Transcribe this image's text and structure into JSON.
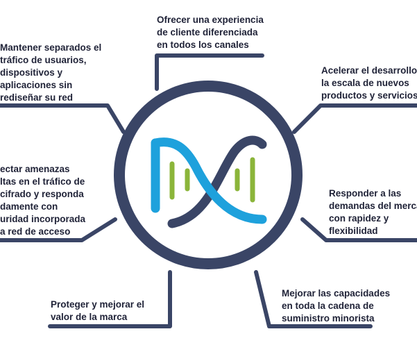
{
  "diagram": {
    "colors": {
      "line": "#3a4566",
      "ring": "#3a4566",
      "logo_blue": "#1ea1dc",
      "logo_navy": "#3a4566",
      "logo_green": "#8bb53a",
      "text": "#1f2237"
    },
    "hub": {
      "logo": "dna-logo"
    },
    "benefits": [
      {
        "id": "top",
        "lines": [
          "Ofrecer una experiencia",
          "de cliente diferenciada",
          "en todos los canales"
        ]
      },
      {
        "id": "upper-left",
        "lines": [
          "Mantener separados el",
          "tráfico de usuarios,",
          "dispositivos y",
          "aplicaciones sin",
          "rediseñar  su red"
        ]
      },
      {
        "id": "upper-right",
        "lines": [
          "Acelerar el desarrollo",
          "la escala de nuevos",
          "productos y servicios"
        ]
      },
      {
        "id": "middle-left",
        "lines": [
          "ectar amenazas",
          "ltas en el tráfico de",
          "cifrado y responda",
          "damente con",
          "uridad incorporada",
          "a red de acceso"
        ]
      },
      {
        "id": "middle-right",
        "lines": [
          "Responder a las",
          "demandas del merca",
          "con rapidez y",
          "flexibilidad"
        ]
      },
      {
        "id": "bottom-left",
        "lines": [
          "Proteger y mejorar el",
          "valor de la marca"
        ]
      },
      {
        "id": "bottom-right",
        "lines": [
          "Mejorar las capacidades",
          "en toda la cadena de",
          "suministro minorista"
        ]
      }
    ]
  }
}
